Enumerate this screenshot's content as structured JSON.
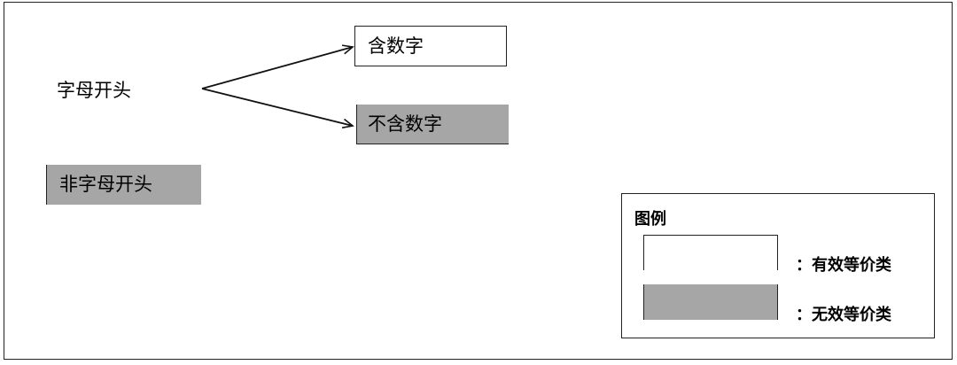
{
  "root_label": "字母开头",
  "branches": [
    {
      "label": "含数字",
      "kind": "valid"
    },
    {
      "label": "不含数字",
      "kind": "invalid"
    }
  ],
  "other": {
    "label": "非字母开头",
    "kind": "invalid"
  },
  "legend": {
    "title": "图例",
    "items": [
      {
        "label": "：有效等价类",
        "kind": "valid"
      },
      {
        "label": "：无效等价类",
        "kind": "invalid"
      }
    ]
  },
  "colors": {
    "valid_fill": "#ffffff",
    "invalid_fill": "#a6a6a6",
    "stroke": "#222222"
  }
}
